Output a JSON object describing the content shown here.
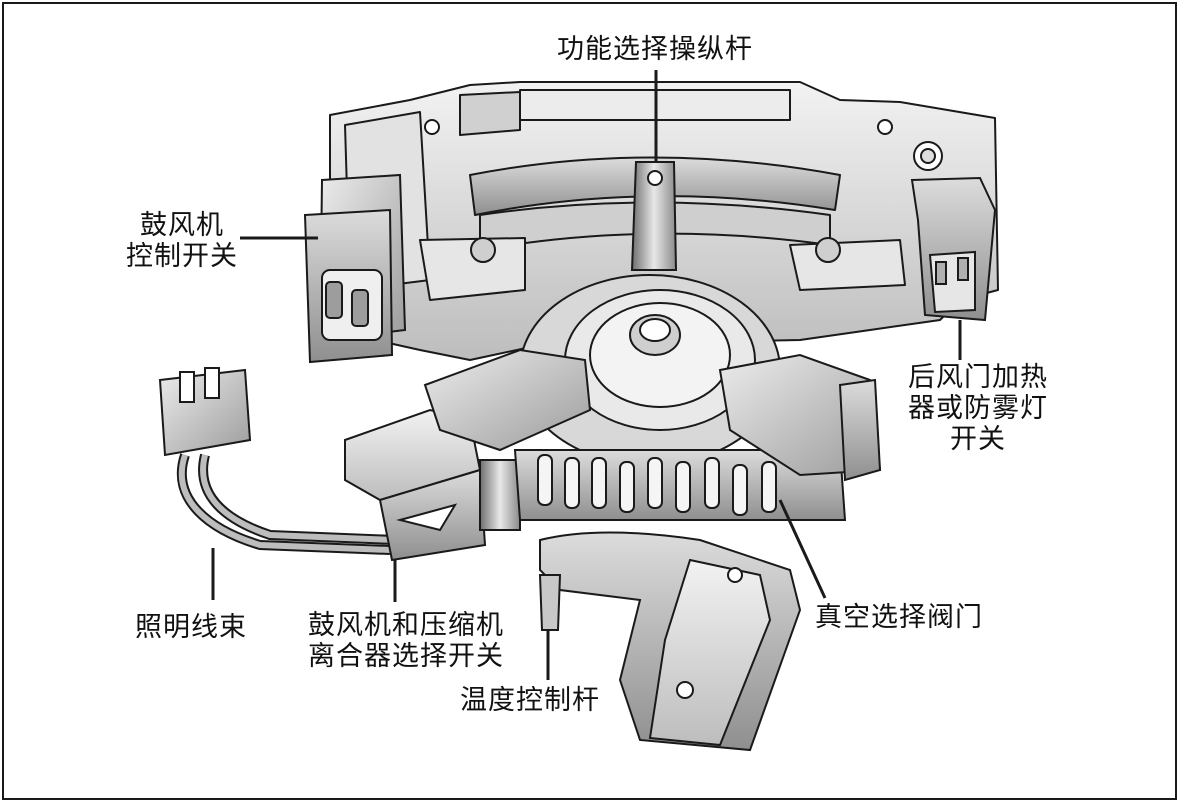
{
  "labels": {
    "function_lever": "功能选择操纵杆",
    "blower_switch": {
      "line1": "鼓风机",
      "line2": "控制开关"
    },
    "rear_defrost_switch": {
      "line1": "后风门加热",
      "line2": "器或防雾灯",
      "line3": "开关"
    },
    "wiring_harness": "照明线束",
    "blower_compressor_switch": {
      "line1": "鼓风机和压缩机",
      "line2": "离合器选择开关"
    },
    "temperature_lever": "温度控制杆",
    "vacuum_valve": "真空选择阀门"
  }
}
